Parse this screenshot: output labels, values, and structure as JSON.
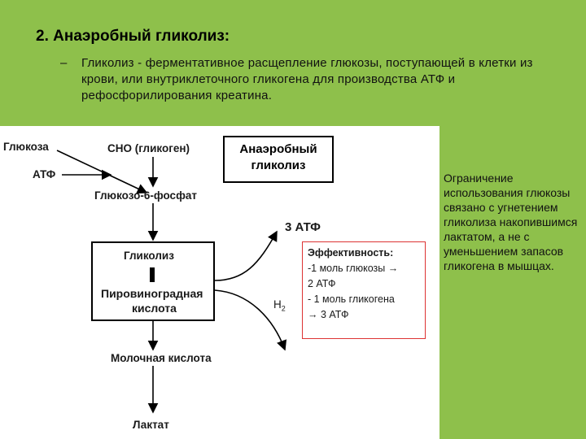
{
  "slide": {
    "title": "2. Анаэробный гликолиз:",
    "bullet_dash": "–",
    "bullet_text": "Гликолиз - ферментативное расщепление глюкозы, поступающей в клетки из крови, или внутриклеточного гликогена для производства АТФ и рефосфорилирования креатина."
  },
  "diagram": {
    "glucose": "Глюкоза",
    "atf": "АТФ",
    "cho": "СНО (гликоген)",
    "g6p": "Глюкозо-6-фосфат",
    "box_title_line1": "Анаэробный",
    "box_title_line2": "гликолиз",
    "three_atf": "3 АТФ",
    "glycolysis": "Гликолиз",
    "pyruvic_line1": "Пировиноградная",
    "pyruvic_line2": "кислота",
    "h2": "H",
    "h2_sub": "2",
    "lactic": "Молочная кислота",
    "lactate": "Лактат"
  },
  "efficiency": {
    "title": "Эффективность:",
    "line1": "-1 моль глюкозы →",
    "line2": "2 АТФ",
    "line3": "- 1 моль гликогена",
    "line4": "→ 3 АТФ"
  },
  "note": {
    "text": "Ограничение использования глюкозы связано с угнетением гликолиза накопившимся лактатом, а не с уменьшением запасов гликогена в мышцах."
  },
  "colors": {
    "background": "#8ec04b",
    "efficiency_border": "#dd3333"
  }
}
